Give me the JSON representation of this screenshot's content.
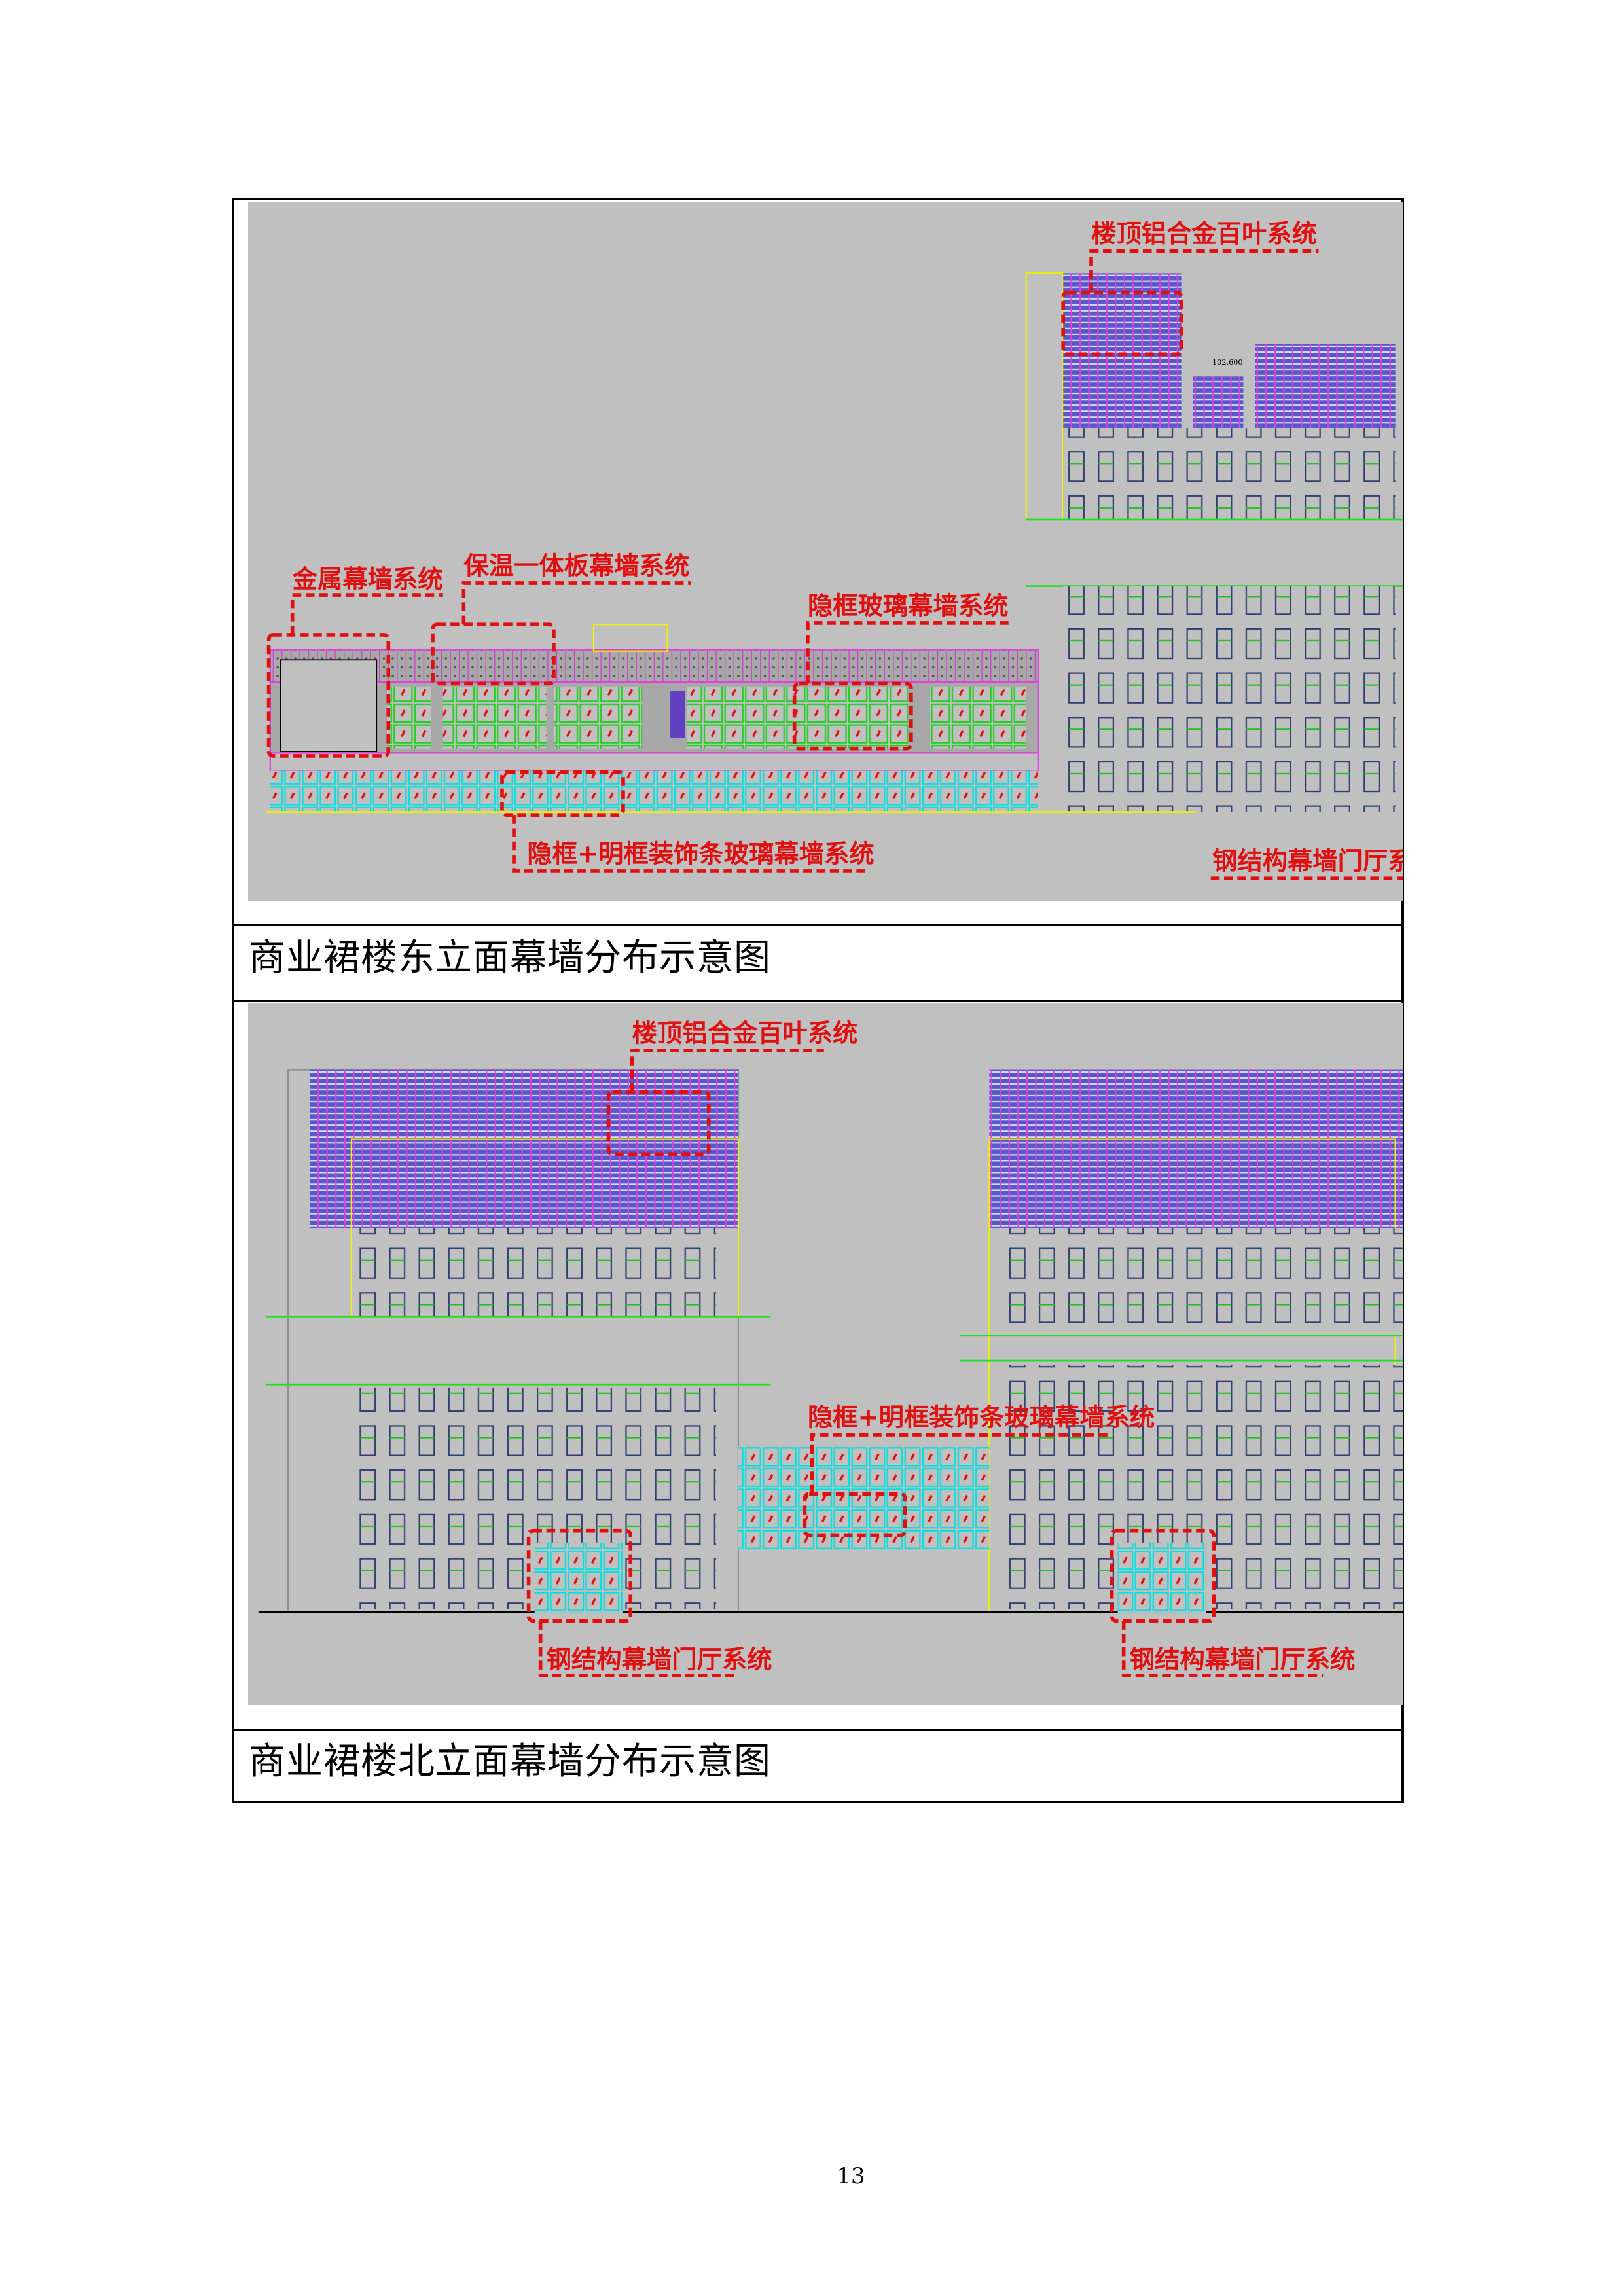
{
  "figures": [
    {
      "caption": "商业裙楼东立面幕墙分布示意图",
      "labels": {
        "metal": "金属幕墙系统",
        "insulation": "保温一体板幕墙系统",
        "hidden_frame": "隐框玻璃幕墙系统",
        "mixed_frame": "隐框+明框装饰条玻璃幕墙系统",
        "roof_louver": "楼顶铝合金百叶系统",
        "steel_lobby": "钢结构幕墙门厅系"
      }
    },
    {
      "caption": "商业裙楼北立面幕墙分布示意图",
      "labels": {
        "roof_louver": "楼顶铝合金百叶系统",
        "mixed_frame": "隐框+明框装饰条玻璃幕墙系统",
        "steel_lobby_left": "钢结构幕墙门厅系统",
        "steel_lobby_right": "钢结构幕墙门厅系统"
      }
    }
  ],
  "page_number": "13",
  "colors": {
    "annotation": "#e01010",
    "louver": "#5050c0",
    "glass": "#00e0e0",
    "background": "#c0c0c0"
  }
}
